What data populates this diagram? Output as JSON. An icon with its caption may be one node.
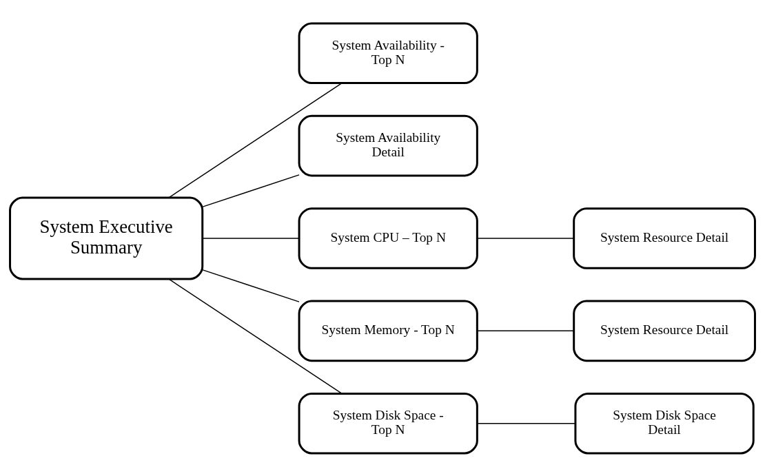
{
  "diagram": {
    "nodes": [
      {
        "text": [
          "System Executive Summary"
        ]
      },
      {
        "text": [
          "System Availability - Top N"
        ]
      },
      {
        "text": [
          "System Availability Detail"
        ]
      },
      {
        "text": [
          "System CPU – Top N"
        ]
      },
      {
        "text": [
          "System Memory - Top N"
        ]
      },
      {
        "text": [
          "System Disk Space - Top N"
        ]
      },
      {
        "text": [
          "System Resource Detail"
        ]
      },
      {
        "text": [
          "System Resource Detail"
        ]
      },
      {
        "text": [
          "System Disk Space Detail"
        ]
      }
    ],
    "edges": [
      {
        "from": 0,
        "to": 1,
        "arrow": "none"
      },
      {
        "from": 0,
        "to": 2,
        "arrow": "none"
      },
      {
        "from": 0,
        "to": 3,
        "arrow": "none"
      },
      {
        "from": 0,
        "to": 4,
        "arrow": "none"
      },
      {
        "from": 0,
        "to": 5,
        "arrow": "none"
      },
      {
        "from": 3,
        "to": 6,
        "arrow": "none"
      },
      {
        "from": 4,
        "to": 7,
        "arrow": "none"
      },
      {
        "from": 5,
        "to": 8,
        "arrow": "none"
      }
    ]
  }
}
